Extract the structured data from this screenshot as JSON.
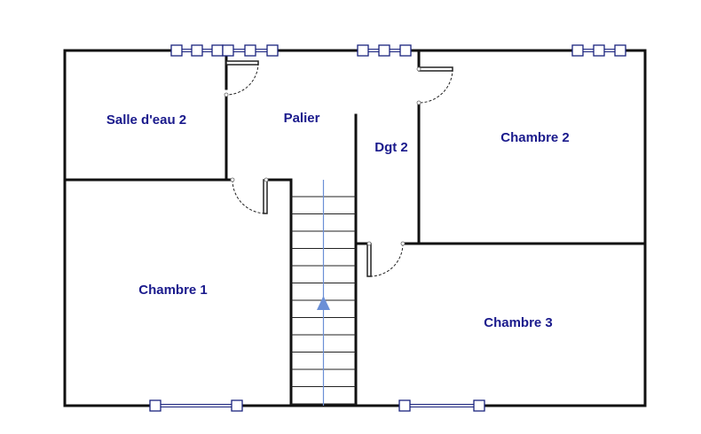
{
  "rooms": {
    "salle_deau_2": "Salle d'eau 2",
    "palier": "Palier",
    "dgt_2": "Dgt 2",
    "chambre_2": "Chambre 2",
    "chambre_1": "Chambre 1",
    "chambre_3": "Chambre 3"
  },
  "colors": {
    "walls": "#111111",
    "labels": "#1a1a8c",
    "windows": "#1a237e",
    "stair_direction": "#6b8fd6"
  },
  "icons": {
    "stair_direction": "up-arrow-icon"
  }
}
